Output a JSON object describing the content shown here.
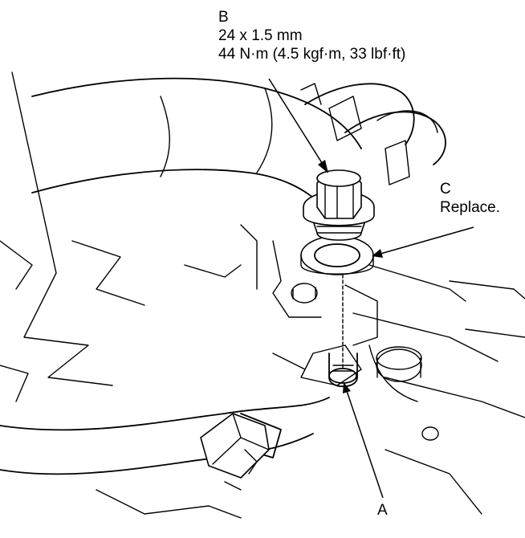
{
  "callouts": {
    "a": {
      "letter": "A"
    },
    "b": {
      "letter": "B",
      "size": "24 x 1.5 mm",
      "torque": "44 N·m (4.5 kgf·m, 33 lbf·ft)"
    },
    "c": {
      "letter": "C",
      "note": "Replace."
    }
  }
}
